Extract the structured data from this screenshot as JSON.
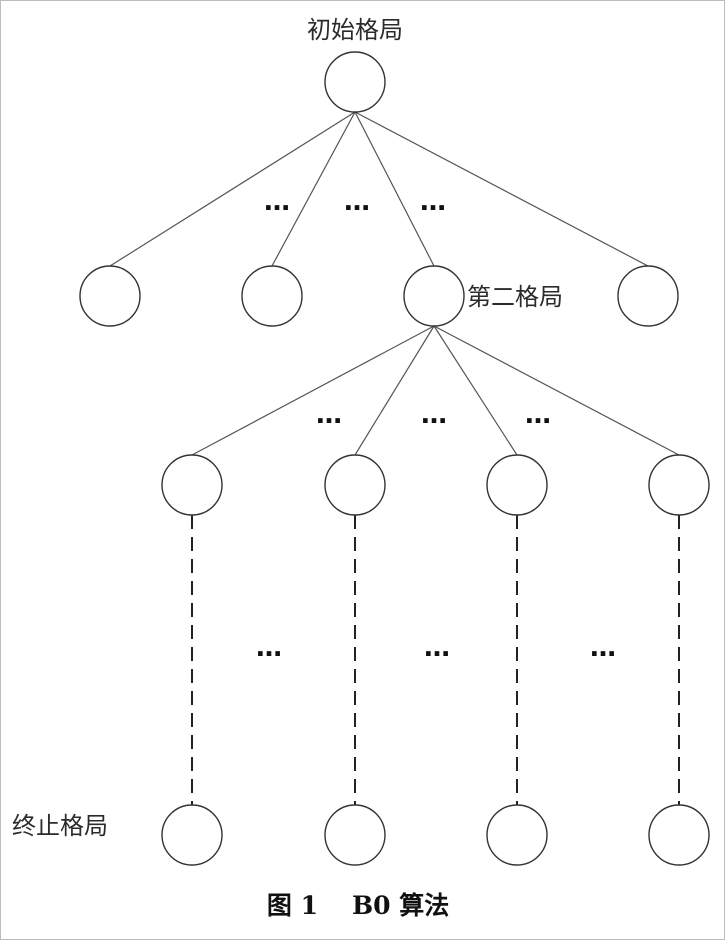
{
  "labels": {
    "initial": "初始格局",
    "second": "第二格局",
    "terminal": "终止格局"
  },
  "caption": {
    "figure": "图 1",
    "title": "B0 算法"
  },
  "ellipsis": "…"
}
